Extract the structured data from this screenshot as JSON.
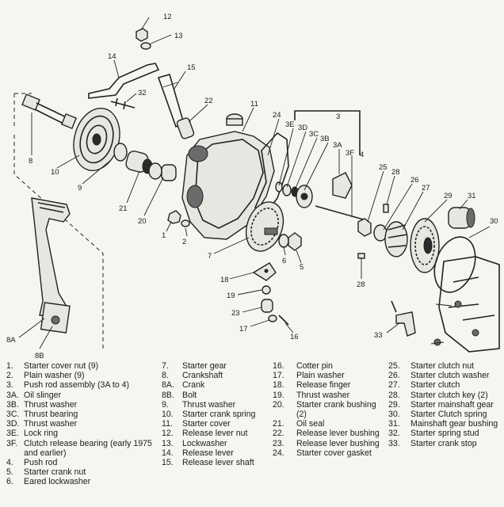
{
  "callouts": [
    {
      "id": "c12",
      "label": "12"
    },
    {
      "id": "c13",
      "label": "13"
    },
    {
      "id": "c14",
      "label": "14"
    },
    {
      "id": "c15",
      "label": "15"
    },
    {
      "id": "c32",
      "label": "32"
    },
    {
      "id": "c22",
      "label": "22"
    },
    {
      "id": "c11",
      "label": "11"
    },
    {
      "id": "c24",
      "label": "24"
    },
    {
      "id": "c3",
      "label": "3"
    },
    {
      "id": "c3E",
      "label": "3E"
    },
    {
      "id": "c3D",
      "label": "3D"
    },
    {
      "id": "c3C",
      "label": "3C"
    },
    {
      "id": "c3B",
      "label": "3B"
    },
    {
      "id": "c3A",
      "label": "3A"
    },
    {
      "id": "c3F",
      "label": "3F"
    },
    {
      "id": "c4",
      "label": "4"
    },
    {
      "id": "c8",
      "label": "8"
    },
    {
      "id": "c8A",
      "label": "8A"
    },
    {
      "id": "c8B",
      "label": "8B"
    },
    {
      "id": "c10",
      "label": "10"
    },
    {
      "id": "c9",
      "label": "9"
    },
    {
      "id": "c21",
      "label": "21"
    },
    {
      "id": "c20",
      "label": "20"
    },
    {
      "id": "c1",
      "label": "1"
    },
    {
      "id": "c2",
      "label": "2"
    },
    {
      "id": "c7",
      "label": "7"
    },
    {
      "id": "c6",
      "label": "6"
    },
    {
      "id": "c5",
      "label": "5"
    },
    {
      "id": "c18",
      "label": "18"
    },
    {
      "id": "c19",
      "label": "19"
    },
    {
      "id": "c23",
      "label": "23"
    },
    {
      "id": "c17",
      "label": "17"
    },
    {
      "id": "c16",
      "label": "16"
    },
    {
      "id": "c25",
      "label": "25"
    },
    {
      "id": "c28a",
      "label": "28"
    },
    {
      "id": "c26",
      "label": "26"
    },
    {
      "id": "c27",
      "label": "27"
    },
    {
      "id": "c29",
      "label": "29"
    },
    {
      "id": "c31",
      "label": "31"
    },
    {
      "id": "c30",
      "label": "30"
    },
    {
      "id": "c28b",
      "label": "28"
    },
    {
      "id": "c33",
      "label": "33"
    }
  ],
  "legend": {
    "col1": [
      {
        "num": "1.",
        "text": "Starter cover nut (9)"
      },
      {
        "num": "2.",
        "text": "Plain washer (9)"
      },
      {
        "num": "3.",
        "text": "Push rod assembly (3A to 4)"
      },
      {
        "num": "3A.",
        "text": "Oil slinger"
      },
      {
        "num": "3B.",
        "text": "Thrust washer"
      },
      {
        "num": "3C.",
        "text": "Thrust bearing"
      },
      {
        "num": "3D.",
        "text": "Thrust washer"
      },
      {
        "num": "3E.",
        "text": "Lock ring"
      },
      {
        "num": "3F.",
        "text": "Clutch release bearing (early 1975 and earlier)"
      },
      {
        "num": "4.",
        "text": "Push rod"
      },
      {
        "num": "5.",
        "text": "Starter crank nut"
      },
      {
        "num": "6.",
        "text": "Eared lockwasher"
      }
    ],
    "col2": [
      {
        "num": "7.",
        "text": "Starter gear"
      },
      {
        "num": "8.",
        "text": "Crankshaft"
      },
      {
        "num": "8A.",
        "text": "Crank"
      },
      {
        "num": "8B.",
        "text": "Bolt"
      },
      {
        "num": "9.",
        "text": "Thrust washer"
      },
      {
        "num": "10.",
        "text": "Starter crank spring"
      },
      {
        "num": "11.",
        "text": "Starter cover"
      },
      {
        "num": "12.",
        "text": "Release lever nut"
      },
      {
        "num": "13.",
        "text": "Lockwasher"
      },
      {
        "num": "14.",
        "text": "Release lever"
      },
      {
        "num": "15.",
        "text": "Release lever shaft"
      }
    ],
    "col3": [
      {
        "num": "16.",
        "text": "Cotter pin"
      },
      {
        "num": "17.",
        "text": "Plain washer"
      },
      {
        "num": "18.",
        "text": "Release finger"
      },
      {
        "num": "19.",
        "text": "Thrust washer"
      },
      {
        "num": "20.",
        "text": "Starter crank bushing (2)"
      },
      {
        "num": "21.",
        "text": "Oil seal"
      },
      {
        "num": "22.",
        "text": "Release lever bushing"
      },
      {
        "num": "23.",
        "text": "Release lever bushing"
      },
      {
        "num": "24.",
        "text": "Starter cover gasket"
      }
    ],
    "col4": [
      {
        "num": "25.",
        "text": "Starter clutch nut"
      },
      {
        "num": "26.",
        "text": "Starter clutch washer"
      },
      {
        "num": "27.",
        "text": "Starter clutch"
      },
      {
        "num": "28.",
        "text": "Starter clutch key (2)"
      },
      {
        "num": "29.",
        "text": "Starter mainshaft gear"
      },
      {
        "num": "30.",
        "text": "Starter Clutch spring"
      },
      {
        "num": "31.",
        "text": "Mainshaft gear bushing"
      },
      {
        "num": "32.",
        "text": "Starter spring stud"
      },
      {
        "num": "33.",
        "text": "Starter crank stop"
      }
    ]
  }
}
